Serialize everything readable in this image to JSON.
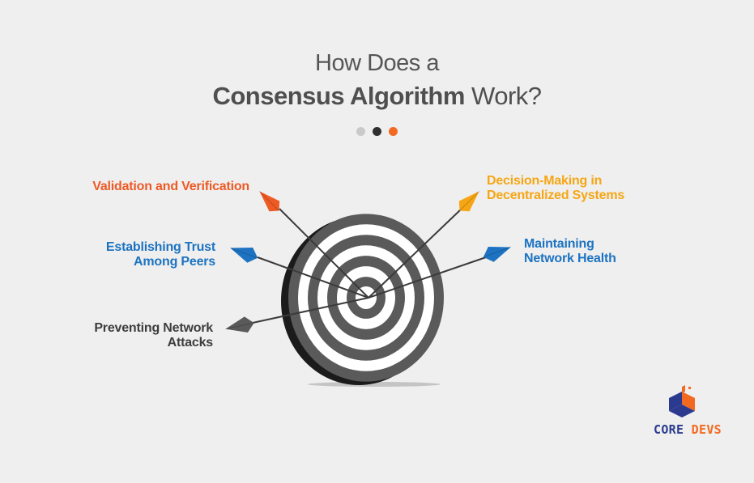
{
  "title": {
    "line1": "How Does a",
    "line2_bold": "Consensus Algorithm",
    "line2_regular": " Work?"
  },
  "dots": [
    {
      "color": "#c9c9c9"
    },
    {
      "color": "#2f2f2f"
    },
    {
      "color": "#f26a21"
    }
  ],
  "labels": {
    "validation": {
      "text": "Validation and Verification",
      "color": "#ee5a24"
    },
    "trust": {
      "line1": "Establishing Trust",
      "line2": "Among Peers",
      "color": "#1d73c2"
    },
    "attacks": {
      "line1": "Preventing Network",
      "line2": "Attacks",
      "color": "#3d3d3d"
    },
    "decision": {
      "line1": "Decision-Making in",
      "line2": "Decentralized Systems",
      "color": "#f6a613"
    },
    "health": {
      "line1": "Maintaining",
      "line2": "Network Health",
      "color": "#1d73c2"
    }
  },
  "target": {
    "dark": "#5a5a5a",
    "light": "#ffffff",
    "shadow": "#1b1b1b"
  },
  "arrow_colors": {
    "validation": "#ee5a24",
    "trust": "#1d73c2",
    "attacks": "#5a5a5a",
    "decision": "#f6a613",
    "health": "#1d73c2"
  },
  "logo": {
    "word1": "CORE",
    "word2": "DEVS",
    "colors": {
      "primary": "#2b3a8f",
      "accent": "#f26a21"
    }
  }
}
